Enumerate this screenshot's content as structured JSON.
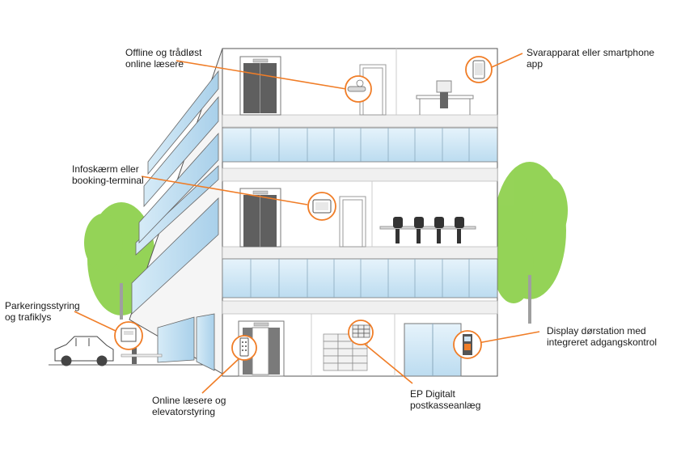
{
  "accent_color": "#f07d27",
  "tree_color": "#8fd14f",
  "callouts": [
    {
      "id": "offline-readers",
      "label": "Offline og trådløst\nonline læsere",
      "icon": "door-lock-reader-icon"
    },
    {
      "id": "answering-device",
      "label": "Svarapparat eller smartphone\napp",
      "icon": "smartphone-icon"
    },
    {
      "id": "info-screen",
      "label": "Infoskærm eller\nbooking-terminal",
      "icon": "info-screen-icon"
    },
    {
      "id": "parking-control",
      "label": "Parkeringsstyring\nog trafiklys",
      "icon": "parking-terminal-icon"
    },
    {
      "id": "door-station",
      "label": "Display dørstation med\nintegreret adgangskontrol",
      "icon": "door-station-icon"
    },
    {
      "id": "elevator-control",
      "label": "Online læsere og\nelevatorstyring",
      "icon": "keypad-reader-icon"
    },
    {
      "id": "mailbox-system",
      "label": "EP Digitalt\npostkasseanlæg",
      "icon": "mailbox-icon"
    }
  ]
}
